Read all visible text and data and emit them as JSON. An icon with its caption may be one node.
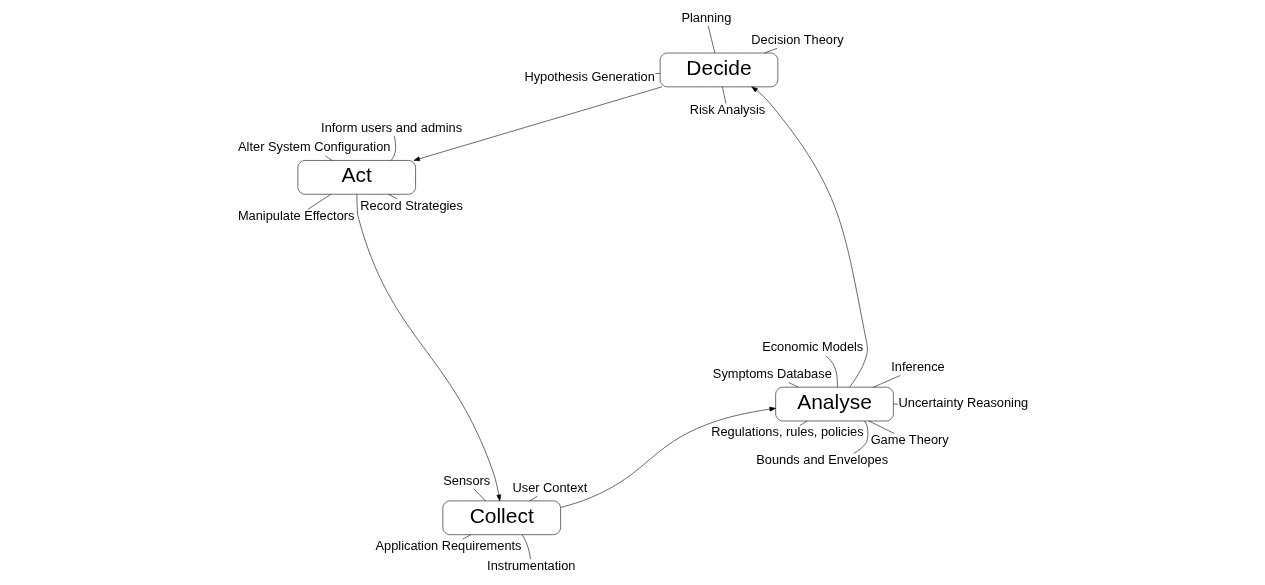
{
  "diagram": {
    "nodes": [
      {
        "text": [
          "Collect"
        ]
      },
      {
        "text": [
          "Analyse"
        ]
      },
      {
        "text": [
          "Decide"
        ]
      },
      {
        "text": [
          "Act"
        ]
      },
      {
        "text": [
          "User Context"
        ]
      },
      {
        "text": [
          "Sensors"
        ]
      },
      {
        "text": [
          "Application Requirements"
        ]
      },
      {
        "text": [
          "Instrumentation"
        ]
      },
      {
        "text": [
          "Regulations, rules, policies"
        ]
      },
      {
        "text": [
          "Game Theory"
        ]
      },
      {
        "text": [
          "Bounds and Envelopes"
        ]
      },
      {
        "text": [
          "Symptoms Database"
        ]
      },
      {
        "text": [
          "Uncertainty Reasoning"
        ]
      },
      {
        "text": [
          "Inference"
        ]
      },
      {
        "text": [
          "Economic Models"
        ]
      },
      {
        "text": [
          "Decision Theory"
        ]
      },
      {
        "text": [
          "Risk Analysis"
        ]
      },
      {
        "text": [
          "Planning"
        ]
      },
      {
        "text": [
          "Hypothesis Generation"
        ]
      },
      {
        "text": [
          "Alter System Configuration"
        ]
      },
      {
        "text": [
          "Record Strategies"
        ]
      },
      {
        "text": [
          "Manipulate Effectors"
        ]
      },
      {
        "text": [
          "Inform users and admins"
        ]
      }
    ],
    "edges": [
      {
        "from": 0,
        "to": 1,
        "arrow": "to"
      },
      {
        "from": 1,
        "to": 2,
        "arrow": "to"
      },
      {
        "from": 2,
        "to": 3,
        "arrow": "to"
      },
      {
        "from": 3,
        "to": 0,
        "arrow": "to"
      },
      {
        "from": 4,
        "to": 0,
        "arrow": "none"
      },
      {
        "from": 5,
        "to": 0,
        "arrow": "none"
      },
      {
        "from": 6,
        "to": 0,
        "arrow": "none"
      },
      {
        "from": 7,
        "to": 0,
        "arrow": "none"
      },
      {
        "from": 8,
        "to": 1,
        "arrow": "none"
      },
      {
        "from": 9,
        "to": 1,
        "arrow": "none"
      },
      {
        "from": 10,
        "to": 1,
        "arrow": "none"
      },
      {
        "from": 11,
        "to": 1,
        "arrow": "none"
      },
      {
        "from": 12,
        "to": 1,
        "arrow": "none"
      },
      {
        "from": 13,
        "to": 1,
        "arrow": "none"
      },
      {
        "from": 14,
        "to": 1,
        "arrow": "none"
      },
      {
        "from": 15,
        "to": 2,
        "arrow": "none"
      },
      {
        "from": 16,
        "to": 2,
        "arrow": "none"
      },
      {
        "from": 17,
        "to": 2,
        "arrow": "none"
      },
      {
        "from": 18,
        "to": 2,
        "arrow": "none"
      },
      {
        "from": 19,
        "to": 3,
        "arrow": "none"
      },
      {
        "from": 20,
        "to": 3,
        "arrow": "none"
      },
      {
        "from": 21,
        "to": 3,
        "arrow": "none"
      },
      {
        "from": 22,
        "to": 3,
        "arrow": "none"
      }
    ]
  }
}
